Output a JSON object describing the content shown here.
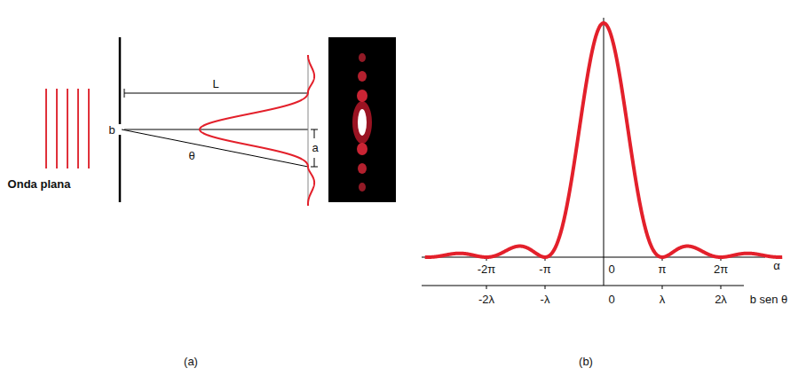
{
  "diagram": {
    "caption": "",
    "labels": [
      "Onda plana",
      "b",
      "θ",
      "L",
      "a",
      "(a)",
      "(b)",
      "-2π",
      "-π",
      "0",
      "π",
      "2π",
      "α",
      "-2λ",
      "-λ",
      "0",
      "λ",
      "2λ",
      "b sen θ"
    ]
  }
}
